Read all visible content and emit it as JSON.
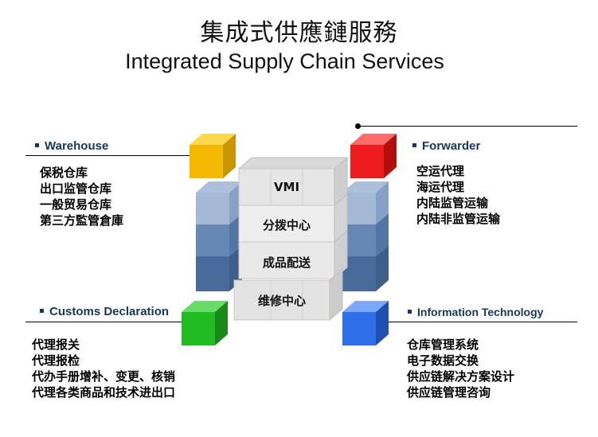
{
  "title": {
    "chinese": "集成式供應鏈服務",
    "english": "Integrated Supply Chain Services"
  },
  "sections": {
    "warehouse": {
      "heading": "Warehouse",
      "cube_color": "#f5b800",
      "items": [
        "保税仓库",
        "出口监管仓库",
        "一般贸易仓库",
        "第三方監管倉庫"
      ]
    },
    "forwarder": {
      "heading": "Forwarder",
      "cube_color": "#ee1c1c",
      "items": [
        "空运代理",
        "海运代理",
        "内陆监管运输",
        "内陆非监管运输"
      ]
    },
    "customs": {
      "heading": "Customs Declaration",
      "cube_color": "#22bb22",
      "items": [
        "代理报关",
        "代理报检",
        "代办手册增补、变更、核销",
        "代理各类商品和技术进出口"
      ]
    },
    "it": {
      "heading": "Information Technology",
      "cube_color": "#2f6fe8",
      "items": [
        "仓库管理系统",
        "电子数据交换",
        "供应链解决方案设计",
        "供应链管理咨询"
      ]
    }
  },
  "center": {
    "layers": [
      "VMI",
      "分拨中心",
      "成品配送",
      "维修中心"
    ]
  }
}
